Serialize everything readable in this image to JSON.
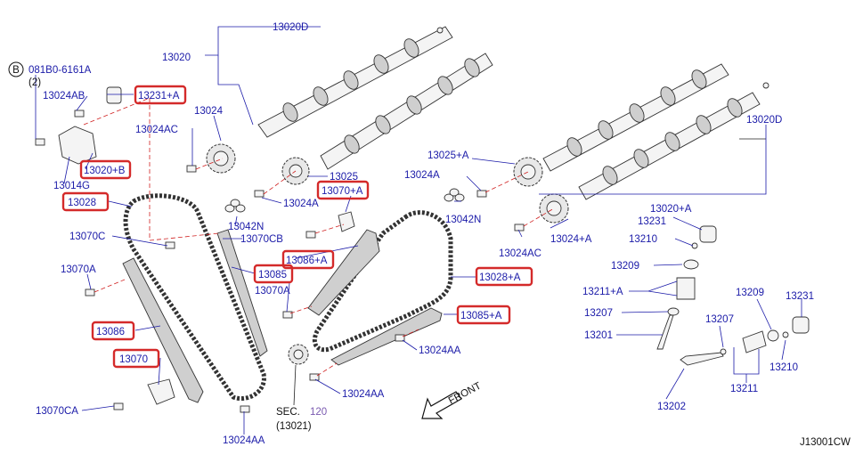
{
  "labels": {
    "bolt_spec": "081B0-6161A",
    "bolt_circle_letter": "B",
    "bolt_qty": "(2)",
    "p13020D_top": "13020D",
    "p13020": "13020",
    "p13024AB": "13024AB",
    "p13231A": "13231+A",
    "p13024": "13024",
    "p13024AC_left": "13024AC",
    "p13020B": "13020+B",
    "p13014G": "13014G",
    "p13028": "13028",
    "p13070C": "13070C",
    "p13042N_left": "13042N",
    "p13070CB": "13070CB",
    "p13025": "13025",
    "p13024A_mid": "13024A",
    "p13070A_hl": "13070+A",
    "p13086A": "13086+A",
    "p13085": "13085",
    "p13070A_left": "13070A",
    "p13070A_mid": "13070A",
    "p13086": "13086",
    "p13070": "13070",
    "p13070CA": "13070CA",
    "p13024AA_bottom": "13024AA",
    "sec": "SEC.",
    "sec_ref": "120",
    "sec_sub": "(13021)",
    "p13024AA_mid": "13024AA",
    "p13024AA_low": "13024AA",
    "p13025A": "13025+A",
    "p13024A_right": "13024A",
    "p13042N_right": "13042N",
    "p13024AC_right": "13024AC",
    "p13024A_sprocket": "13024+A",
    "p13028A": "13028+A",
    "p13085A": "13085+A",
    "front": "FRONT",
    "p13020D_right": "13020D",
    "p13020A": "13020+A",
    "p13231_top": "13231",
    "p13210_top": "13210",
    "p13209_left": "13209",
    "p13211A": "13211+A",
    "p13207_left": "13207",
    "p13201": "13201",
    "p13209_right": "13209",
    "p13231_right": "13231",
    "p13207_right": "13207",
    "p13210_right": "13210",
    "p13211": "13211",
    "p13202": "13202",
    "diagram_code": "J13001CW"
  },
  "colors": {
    "label_blue": "#1a1aa8",
    "highlight_red": "#d42a2a",
    "line_dark": "#333333"
  }
}
